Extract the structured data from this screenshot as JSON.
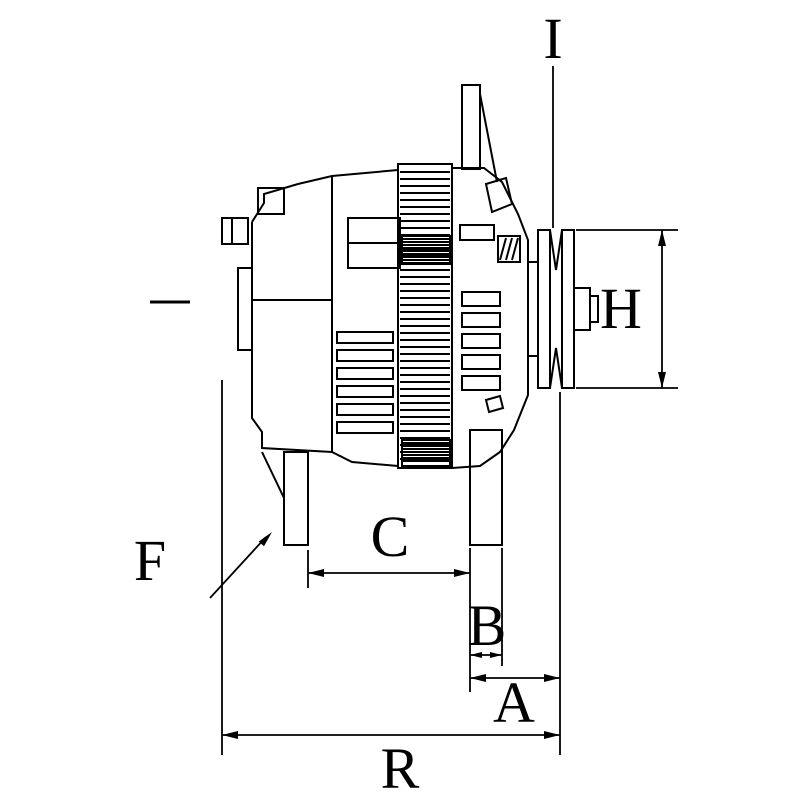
{
  "diagram": {
    "type": "technical-line-drawing",
    "subject": "Alternator side view with dimension callouts",
    "background_color": "#ffffff",
    "line_color": "#000000",
    "labels": {
      "I": "I",
      "H": "H",
      "F": "F",
      "C": "C",
      "B": "B",
      "A": "A",
      "R": "R"
    }
  }
}
